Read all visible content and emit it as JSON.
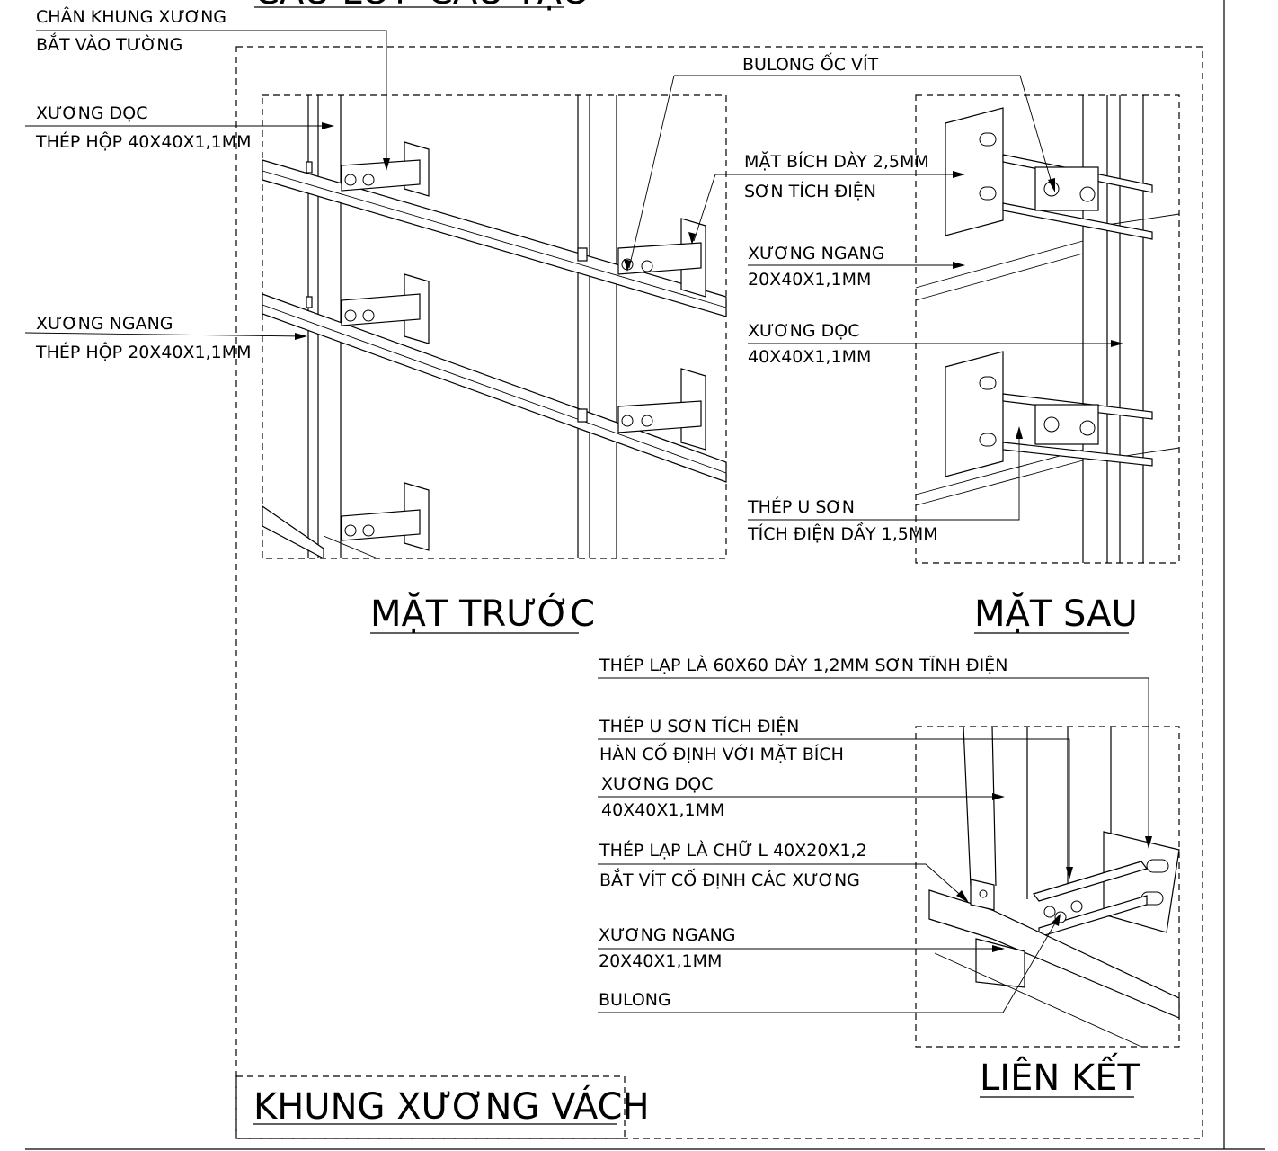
{
  "header": {
    "clipped_title": "CẤU LỚP CẤU TẠO"
  },
  "sheet_title": "KHUNG XƯƠNG VÁCH",
  "views": {
    "front": {
      "title": "MẶT TRƯỚC",
      "labels": {
        "wall_bracket_1": "CHÂN KHUNG XƯƠNG",
        "wall_bracket_2": "BẮT VÀO TƯỜNG",
        "vertical_1": "XƯƠNG DỌC",
        "vertical_2": "THÉP HỘP 40X40X1,1MM",
        "horizontal_1": "XƯƠNG NGANG",
        "horizontal_2": "THÉP HỘP 20X40X1,1MM"
      }
    },
    "back": {
      "title": "MẶT SAU",
      "labels": {
        "bolt": "BULONG ỐC VÍT",
        "flange_1": "MẶT BÍCH DÀY 2,5MM",
        "flange_2": "SƠN TÍCH ĐIỆN",
        "horizontal_1": "XƯƠNG NGANG",
        "horizontal_2": "20X40X1,1MM",
        "vertical_1": "XƯƠNG DỌC",
        "vertical_2": "40X40X1,1MM",
        "u_channel_1": "THÉP U SƠN",
        "u_channel_2": "TÍCH ĐIỆN DẦY 1,5MM"
      }
    },
    "joint": {
      "title": "LIÊN KẾT",
      "labels": {
        "plate": "THÉP LẠP LÀ 60X60 DÀY 1,2MM SƠN TĨNH ĐIỆN",
        "u_channel_1": "THÉP U SƠN TÍCH ĐIỆN",
        "u_channel_2": "HÀN CỐ ĐỊNH VỚI MẶT BÍCH",
        "vertical_1": "XƯƠNG DỌC",
        "vertical_2": "40X40X1,1MM",
        "l_plate_1": "THÉP LẠP LÀ CHỮ L 40X20X1,2",
        "l_plate_2": "BẮT VÍT CỐ ĐỊNH CÁC XƯƠNG",
        "horizontal_1": "XƯƠNG NGANG",
        "horizontal_2": "20X40X1,1MM",
        "bolt": "BULONG"
      }
    }
  }
}
